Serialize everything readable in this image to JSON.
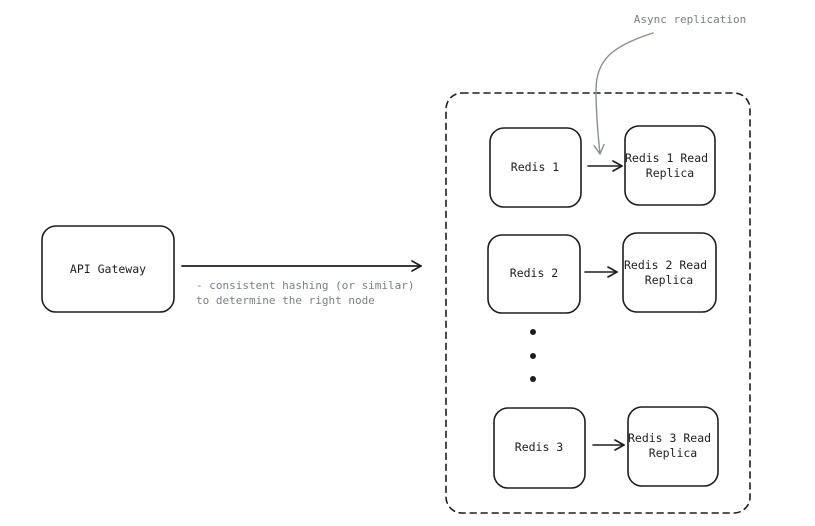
{
  "nodes": {
    "api_gateway": "API Gateway",
    "redis_1": "Redis 1",
    "redis_1_replica": [
      "Redis 1 Read",
      "Replica"
    ],
    "redis_2": "Redis 2",
    "redis_2_replica": [
      "Redis 2 Read",
      "Replica"
    ],
    "redis_3": "Redis 3",
    "redis_3_replica": [
      "Redis 3 Read",
      "Replica"
    ]
  },
  "annotations": {
    "routing_note": [
      "- consistent hashing (or similar)",
      "to determine the right node"
    ],
    "replication_note": "Async replication"
  },
  "colors": {
    "stroke": "#1e1e1e",
    "note_text": "#7a7f87",
    "note_arrow": "#8a8f96",
    "background": "#ffffff"
  }
}
